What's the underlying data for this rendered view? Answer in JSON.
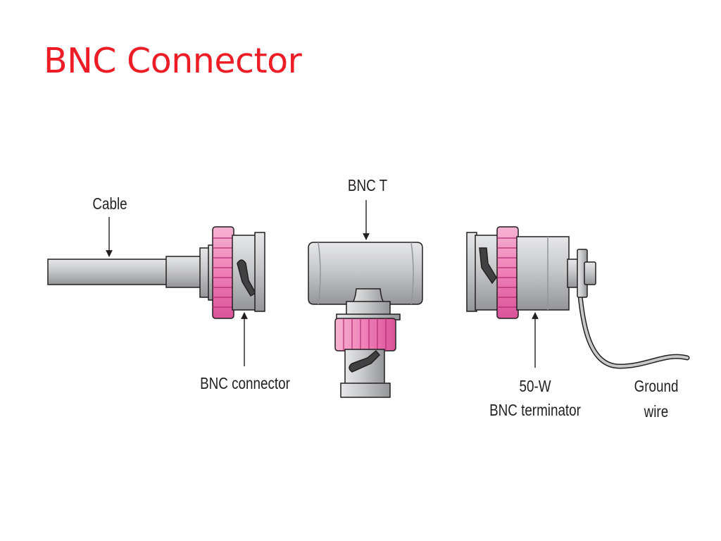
{
  "slide": {
    "title": "BNC Connector"
  },
  "labels": {
    "cable": "Cable",
    "bnc_connector": "BNC connector",
    "bnc_t": "BNC T",
    "terminator_line1": "50-W",
    "terminator_line2": "BNC terminator",
    "ground_line1": "Ground",
    "ground_line2": "wire"
  },
  "colors": {
    "title": "#ee1c25",
    "metal": "#c7c8ca",
    "metal_dark": "#9d9fa2",
    "ring_pink": "#ef7fb6",
    "ring_dark": "#c2185b",
    "outline": "#231f20"
  }
}
